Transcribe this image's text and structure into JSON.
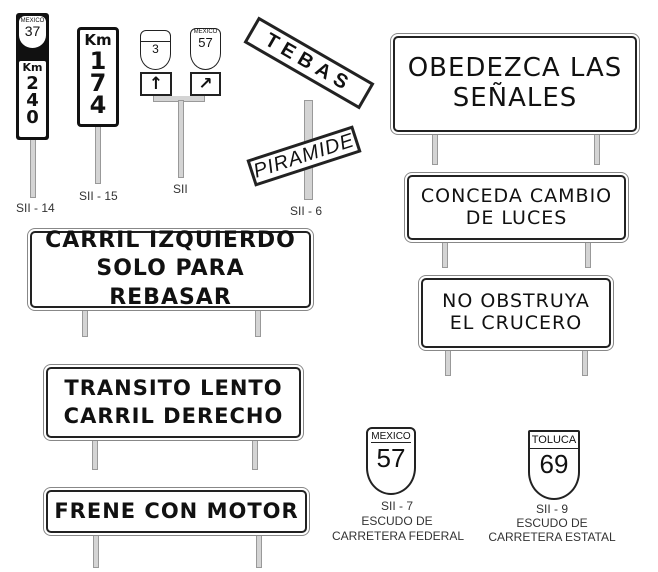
{
  "signs": {
    "sii14": {
      "shield_top": "MEXICO",
      "route": "37",
      "km": "Km",
      "d1": "2",
      "d2": "4",
      "d3": "0",
      "label": "SII - 14"
    },
    "sii15": {
      "km": "Km",
      "d1": "1",
      "d2": "7",
      "d3": "4",
      "label": "SII - 15"
    },
    "sii": {
      "state_route": "3",
      "fed_top": "MEXICO",
      "fed_route": "57",
      "arrow1": "↑",
      "arrow2": "↗",
      "label": "SII"
    },
    "sii6": {
      "street1": "TEBAS",
      "street2": "PIRAMIDE",
      "label": "SII - 6"
    },
    "obedezca": {
      "line1": "OBEDEZCA LAS",
      "line2": "SEÑALES"
    },
    "conceda": {
      "line1": "CONCEDA CAMBIO",
      "line2": "DE LUCES"
    },
    "obstruya": {
      "line1": "NO OBSTRUYA",
      "line2": "EL  CRUCERO"
    },
    "carril_izq": {
      "line1": "CARRIL IZQUIERDO",
      "line2": "SOLO PARA REBASAR"
    },
    "transito": {
      "line1": "TRANSITO LENTO",
      "line2": "CARRIL DERECHO"
    },
    "frene": {
      "line1": "FRENE CON MOTOR"
    },
    "sii7": {
      "top": "MEXICO",
      "route": "57",
      "code": "SII - 7",
      "desc1": "ESCUDO DE",
      "desc2": "CARRETERA FEDERAL"
    },
    "sii9": {
      "top": "TOLUCA",
      "route": "69",
      "code": "SII - 9",
      "desc1": "ESCUDO DE",
      "desc2": "CARRETERA ESTATAL"
    }
  }
}
